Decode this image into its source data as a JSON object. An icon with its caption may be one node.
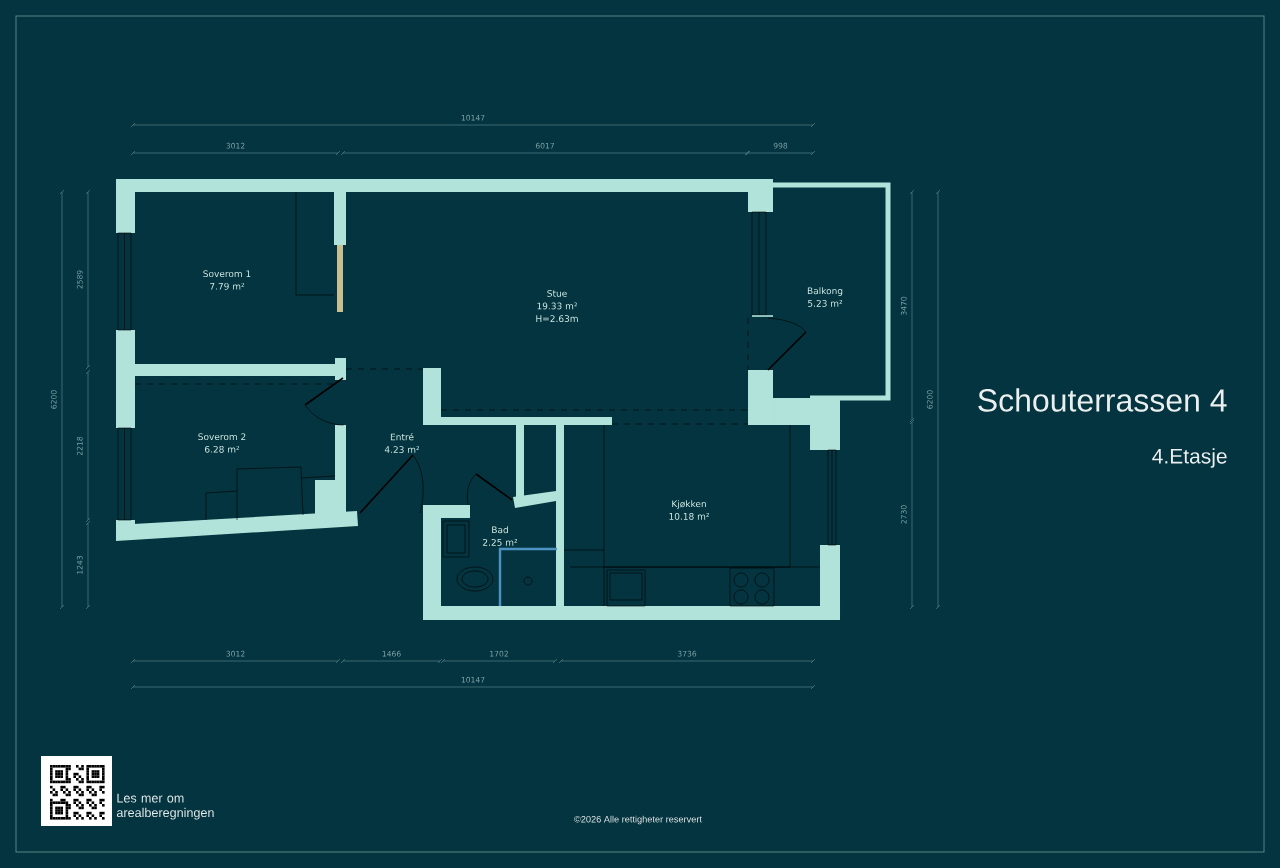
{
  "diagram": {
    "title": "Schouterrassen 4",
    "nodes": [
      {
        "text": [
          "Soverom 1",
          "7.79 m²"
        ]
      },
      {
        "text": [
          "Stue",
          "19.33 m²",
          "H=2.63m"
        ]
      },
      {
        "text": [
          "Balkong",
          "5.23 m²"
        ]
      },
      {
        "text": [
          "Soverom 2",
          "6.28 m²"
        ]
      },
      {
        "text": [
          "Entré",
          "4.23 m²"
        ]
      },
      {
        "text": [
          "Bad",
          "2.25 m²"
        ]
      },
      {
        "text": [
          "Kjøkken",
          "10.18 m²"
        ]
      }
    ],
    "labels": [
      "10147",
      "3012",
      "6017",
      "998",
      "6200",
      "2589",
      "2218",
      "1243",
      "3470",
      "2730",
      "6200",
      "4.Etasje",
      "3012",
      "1466",
      "1702",
      "3736",
      "10147",
      "Les mer om arealberegningen",
      "©2026 Alle rettigheter reservert"
    ]
  }
}
